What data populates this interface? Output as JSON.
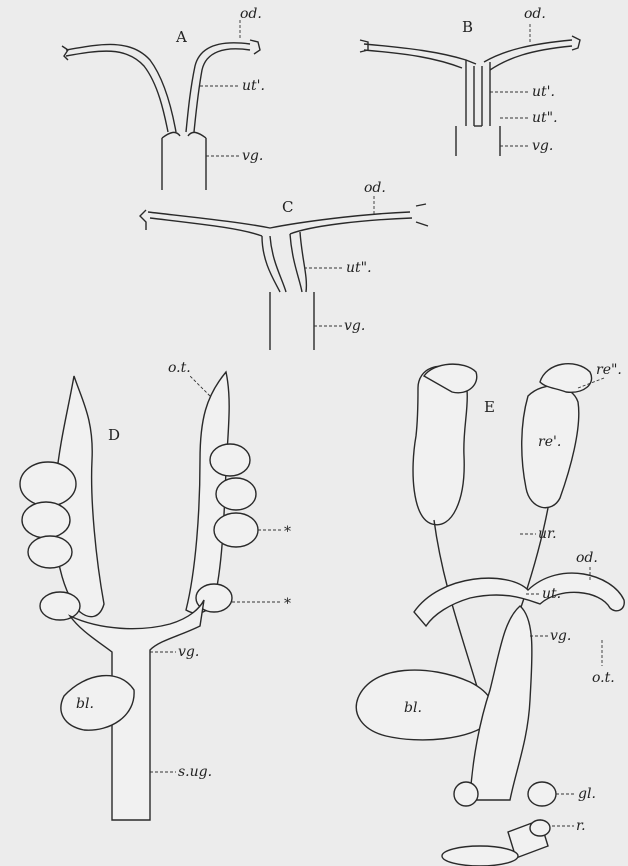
{
  "panels": {
    "a": {
      "letter": "A",
      "labels": {
        "od": "od.",
        "ut1": "ut'.",
        "vg": "vg."
      }
    },
    "b": {
      "letter": "B",
      "labels": {
        "od": "od.",
        "ut1": "ut'.",
        "ut2": "ut\".",
        "vg": "vg."
      }
    },
    "c": {
      "letter": "C",
      "labels": {
        "od": "od.",
        "ut2": "ut\".",
        "vg": "vg."
      }
    },
    "d": {
      "letter": "D",
      "labels": {
        "ot": "o.t.",
        "star1": "*",
        "star2": "*",
        "vg": "vg.",
        "bl": "bl.",
        "sug": "s.ug."
      }
    },
    "e": {
      "letter": "E",
      "labels": {
        "re2": "re\".",
        "re1": "re'.",
        "ur": "ur.",
        "od": "od.",
        "ut": "ut.",
        "vg": "vg.",
        "ot": "o.t.",
        "bl": "bl.",
        "gl": "gl.",
        "r": "r."
      }
    }
  }
}
